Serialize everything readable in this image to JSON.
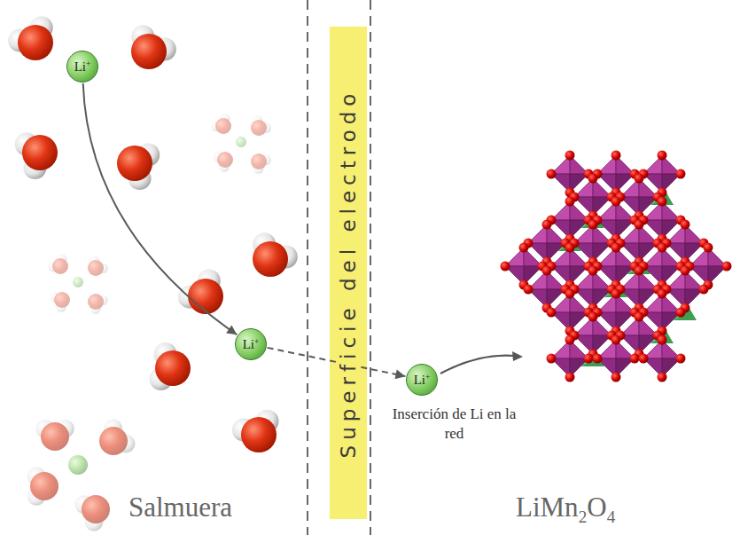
{
  "diagram": {
    "nodes": [
      {
        "text": [
          "Li+"
        ]
      },
      {
        "text": [
          "Li+"
        ]
      },
      {
        "text": [
          "Superficie del electrodo"
        ]
      },
      {
        "text": [
          "Li+"
        ]
      }
    ],
    "edges": [
      {
        "from": 0,
        "to": 1,
        "arrow": "to"
      },
      {
        "from": 1,
        "to": 3,
        "arrow": "to"
      }
    ],
    "labels": [
      "Inserción de Li en la red",
      "Salmuera",
      "LiMn2O4"
    ]
  }
}
